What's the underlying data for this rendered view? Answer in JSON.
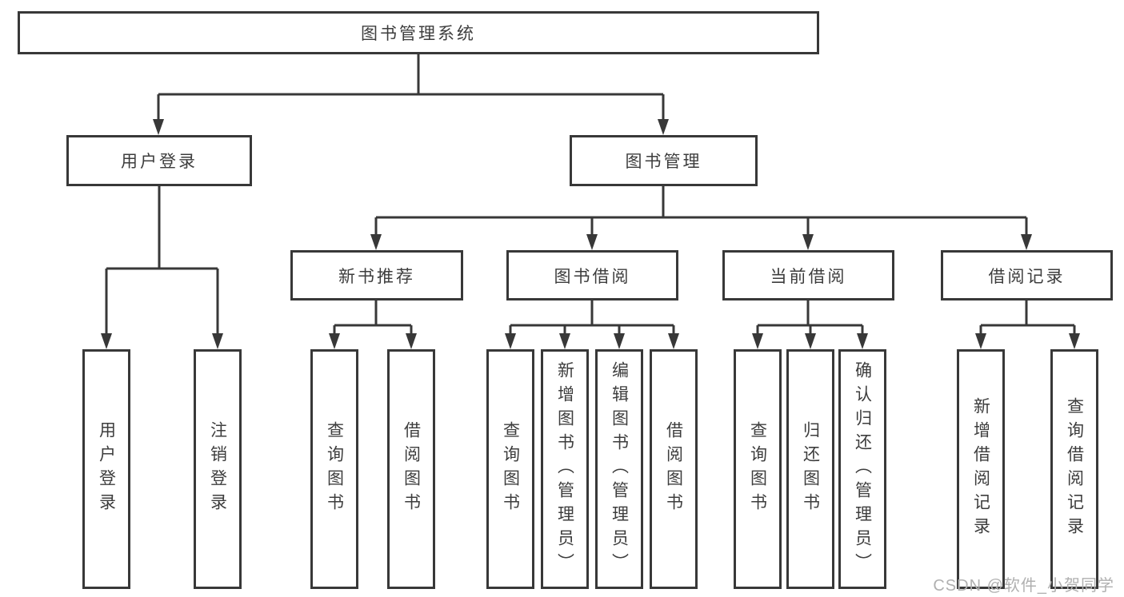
{
  "diagram": {
    "root": {
      "label": "图书管理系统"
    },
    "branches": [
      {
        "label": "用户登录",
        "children": [
          {
            "label": "用户登录"
          },
          {
            "label": "注销登录"
          }
        ]
      },
      {
        "label": "图书管理",
        "children": [
          {
            "label": "新书推荐",
            "children": [
              {
                "label": "查询图书"
              },
              {
                "label": "借阅图书"
              }
            ]
          },
          {
            "label": "图书借阅",
            "children": [
              {
                "label": "查询图书"
              },
              {
                "label": "新增图书（管理员）"
              },
              {
                "label": "编辑图书（管理员）"
              },
              {
                "label": "借阅图书"
              }
            ]
          },
          {
            "label": "当前借阅",
            "children": [
              {
                "label": "查询图书"
              },
              {
                "label": "归还图书"
              },
              {
                "label": "确认归还（管理员）"
              }
            ]
          },
          {
            "label": "借阅记录",
            "children": [
              {
                "label": "新增借阅记录"
              },
              {
                "label": "查询借阅记录"
              }
            ]
          }
        ]
      }
    ]
  },
  "watermark": {
    "text": "CSDN @软件_小贺同学"
  },
  "colors": {
    "line": "#383838",
    "box_border": "#383838",
    "box_fill": "#ffffff",
    "text": "#3d3d3d",
    "watermark": "#b0b0b0",
    "background": "#ffffff"
  }
}
